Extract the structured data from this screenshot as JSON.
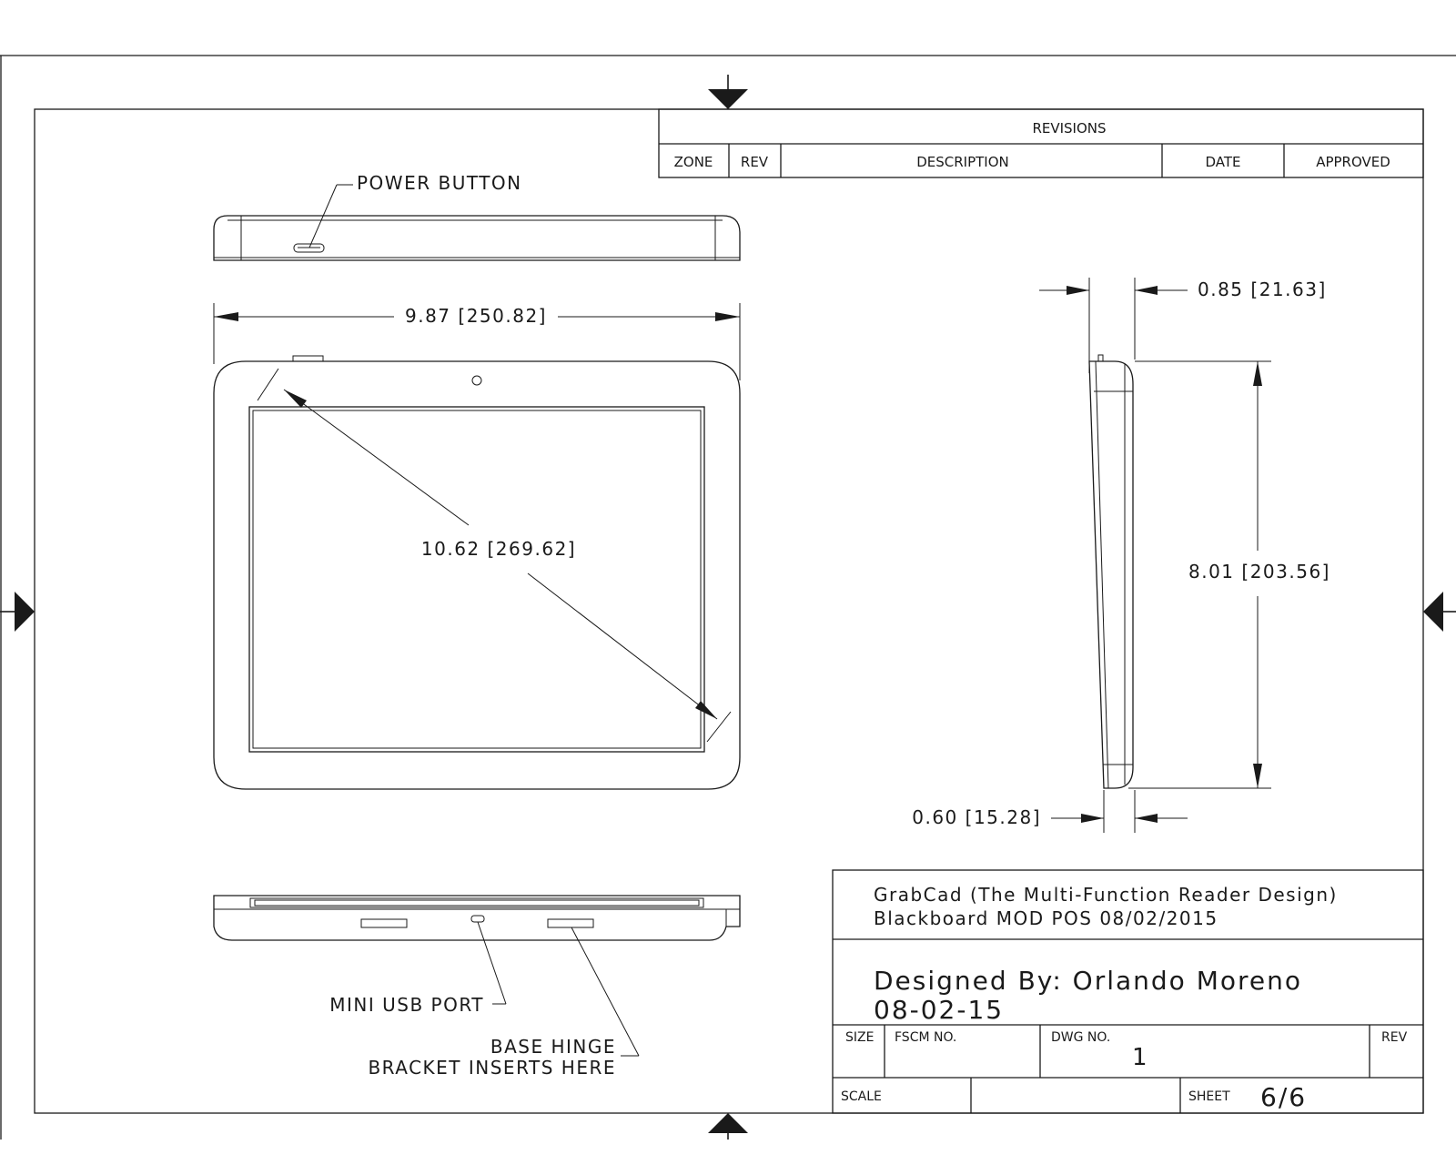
{
  "revisions": {
    "title": "REVISIONS",
    "columns": {
      "zone": "ZONE",
      "rev": "REV",
      "description": "DESCRIPTION",
      "date": "DATE",
      "approved": "APPROVED"
    }
  },
  "callouts": {
    "power_button": "POWER BUTTON",
    "mini_usb_port": "MINI USB PORT",
    "base_hinge_line1": "BASE HINGE",
    "base_hinge_line2": "BRACKET INSERTS HERE"
  },
  "dimensions": {
    "width": "9.87 [250.82]",
    "diagonal": "10.62 [269.62]",
    "depth_top": "0.85 [21.63]",
    "height": "8.01 [203.56]",
    "depth_bottom": "0.60 [15.28]"
  },
  "title_block": {
    "project_line1": "GrabCad (The Multi-Function Reader Design)",
    "project_line2": "Blackboard MOD POS 08/02/2015",
    "designer_line": "Designed By: Orlando Moreno",
    "design_date": "08-02-15",
    "size_label": "SIZE",
    "fscm_label": "FSCM NO.",
    "dwg_label": "DWG NO.",
    "dwg_value": "1",
    "rev_label": "REV",
    "scale_label": "SCALE",
    "sheet_label": "SHEET",
    "sheet_value": "6/6"
  }
}
